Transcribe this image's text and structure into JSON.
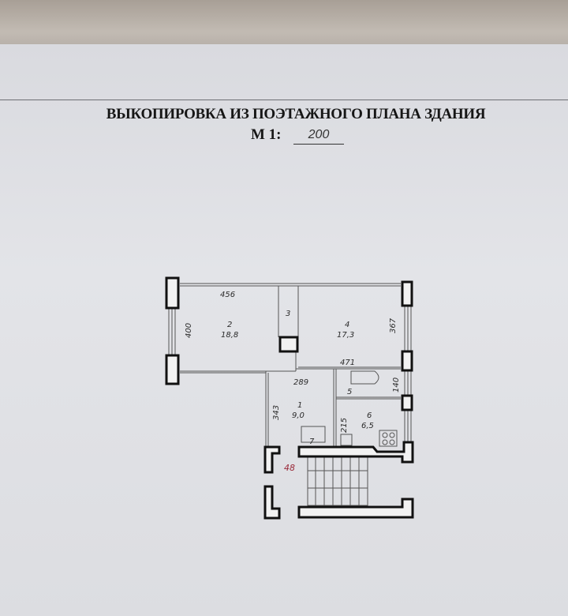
{
  "document": {
    "title": "ВЫКОПИРОВКА ИЗ ПОЭТАЖНОГО ПЛАНА ЗДАНИЯ",
    "scale_label": "М 1:",
    "scale_value": "200"
  },
  "plan": {
    "rooms": [
      {
        "number": "1",
        "area": "9,0"
      },
      {
        "number": "2",
        "area": "18,8"
      },
      {
        "number": "3",
        "area": ""
      },
      {
        "number": "4",
        "area": "17,3"
      },
      {
        "number": "5",
        "area": ""
      },
      {
        "number": "6",
        "area": "6,5"
      },
      {
        "number": "7",
        "area": ""
      }
    ],
    "dimensions": [
      "456",
      "400",
      "367",
      "471",
      "289",
      "140",
      "343",
      "215"
    ],
    "stair_mark": "48",
    "stair_mark_color": "#9a2a3a"
  }
}
